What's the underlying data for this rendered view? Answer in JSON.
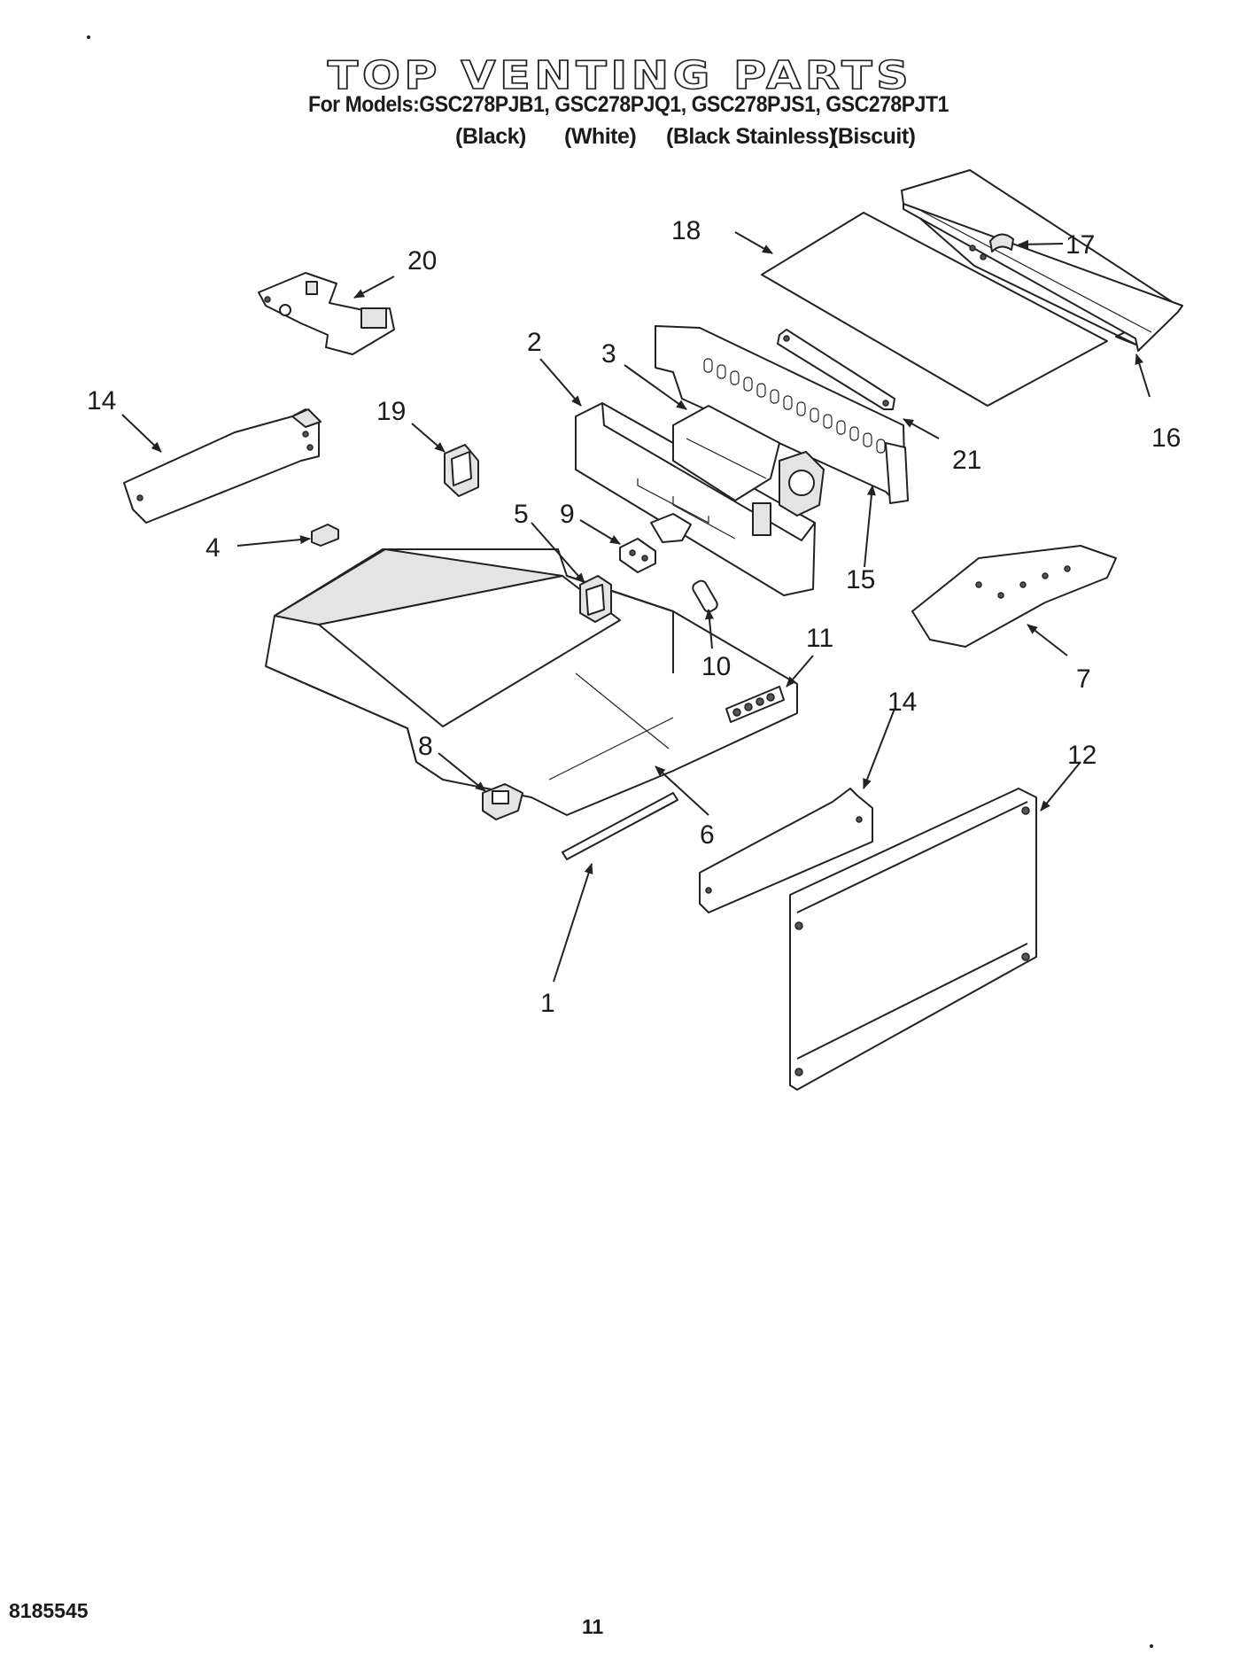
{
  "title": "TOP VENTING PARTS",
  "models_line": "For Models:GSC278PJB1, GSC278PJQ1, GSC278PJS1, GSC278PJT1",
  "colors": [
    "(Black)",
    "(White)",
    "(Black Stainless)",
    "(Biscuit)"
  ],
  "callouts": {
    "c1": "1",
    "c2": "2",
    "c3": "3",
    "c4": "4",
    "c5": "5",
    "c6": "6",
    "c7": "7",
    "c8": "8",
    "c9": "9",
    "c10": "10",
    "c11": "11",
    "c12": "12",
    "c14a": "14",
    "c14b": "14",
    "c15": "15",
    "c16": "16",
    "c17": "17",
    "c18": "18",
    "c19": "19",
    "c20": "20",
    "c21": "21"
  },
  "footer": {
    "code": "8185545",
    "page": "11"
  }
}
